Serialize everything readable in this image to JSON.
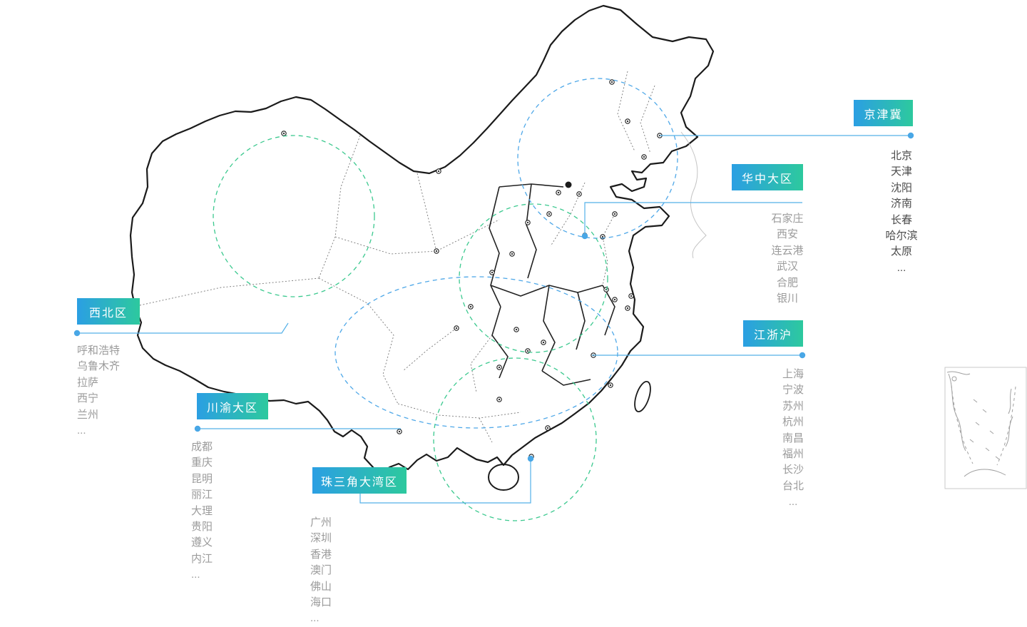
{
  "colors": {
    "background": "#FFFFFF",
    "badge_gradient_start": "#2B9FE3",
    "badge_gradient_end": "#2DC99E",
    "badge_text": "#FFFFFF",
    "connector_line": "#54B1E8",
    "connector_dot": "#49A7E6",
    "region_circle_blue": "#4FA8E8",
    "region_circle_green": "#3CC98F",
    "map_outline": "#1B1B1B",
    "city_text": "#9B9B9B",
    "city_text_dark": "#4A4A4A"
  },
  "regions": [
    {
      "id": "jingjinji",
      "label": "京津冀",
      "cities": [
        "北京",
        "天津",
        "沈阳",
        "济南",
        "长春",
        "哈尔滨",
        "太原",
        "..."
      ]
    },
    {
      "id": "huazhong",
      "label": "华中大区",
      "cities": [
        "石家庄",
        "西安",
        "连云港",
        "武汉",
        "合肥",
        "银川"
      ]
    },
    {
      "id": "xibei",
      "label": "西北区",
      "cities": [
        "呼和浩特",
        "乌鲁木齐",
        "拉萨",
        "西宁",
        "兰州",
        "..."
      ]
    },
    {
      "id": "chuanyu",
      "label": "川渝大区",
      "cities": [
        "成都",
        "重庆",
        "昆明",
        "丽江",
        "大理",
        "贵阳",
        "遵义",
        "内江",
        "..."
      ]
    },
    {
      "id": "zhusanjiao",
      "label": "珠三角大湾区",
      "cities": [
        "广州",
        "深圳",
        "香港",
        "澳门",
        "佛山",
        "海口",
        "..."
      ]
    },
    {
      "id": "jiangzhehu",
      "label": "江浙沪",
      "cities": [
        "上海",
        "宁波",
        "苏州",
        "杭州",
        "南昌",
        "福州",
        "长沙",
        "台北",
        "..."
      ]
    }
  ]
}
